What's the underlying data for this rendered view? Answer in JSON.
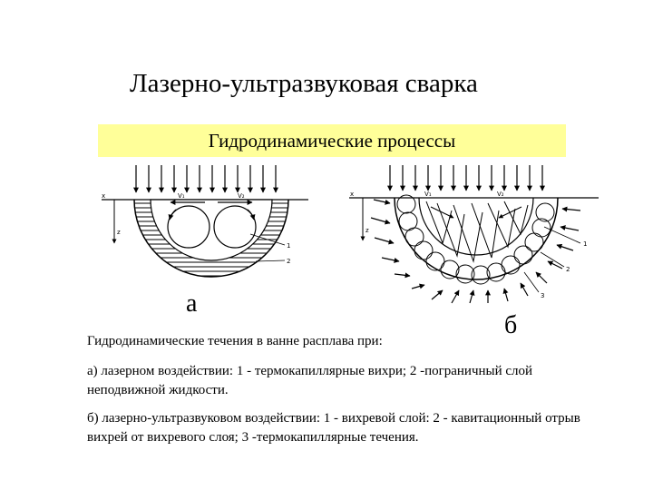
{
  "slide": {
    "title": "Лазерно-ультразвуковая сварка",
    "banner": "Гидродинамические процессы"
  },
  "figure_a": {
    "letter": "а",
    "labels": {
      "x_axis": "x",
      "z_axis": "z",
      "v_left": "V₁",
      "v_right": "V₂",
      "callout_1": "1",
      "callout_2": "2"
    }
  },
  "figure_b": {
    "letter": "б",
    "labels": {
      "x_axis": "x",
      "z_axis": "z",
      "v_left": "V₁",
      "v_right": "V₂",
      "callout_1": "1",
      "callout_2": "2",
      "callout_3": "3"
    }
  },
  "caption": {
    "head": "Гидродинамические течения в ванне расплава при:",
    "item_a": "а) лазерном воздействии: 1 - термокапиллярные вихри; 2 -пограничный слой неподвижной жидкости.",
    "item_b": "б)  лазерно-ультразвуковом воздействии: 1 - вихревой слой: 2 - кавитационный отрыв вихрей от вихревого слоя; 3 -термокапиллярные течения."
  },
  "colors": {
    "banner_background": "#ffff99",
    "line": "#000000"
  }
}
